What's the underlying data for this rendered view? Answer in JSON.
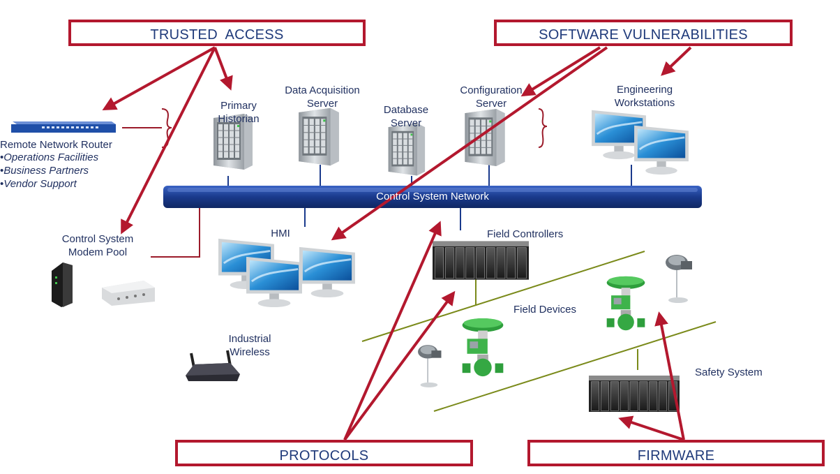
{
  "categories": {
    "trusted_access": "TRUSTED  ACCESS",
    "software_vulnerabilities": "SOFTWARE VULNERABILITIES",
    "protocols": "PROTOCOLS",
    "firmware": "FIRMWARE"
  },
  "nodes": {
    "primary_historian": [
      "Primary",
      "Historian"
    ],
    "data_acquisition_server": [
      "Data Acquisition",
      "Server"
    ],
    "database_server": [
      "Database",
      "Server"
    ],
    "configuration_server": [
      "Configuration",
      "Server"
    ],
    "engineering_workstations": [
      "Engineering",
      "Workstations"
    ],
    "remote_network_router": "Remote Network Router",
    "router_connections": [
      "Operations Facilities",
      "Business Partners",
      "Vendor Support"
    ],
    "control_system_network": "Control System Network",
    "modem_pool": [
      "Control System",
      "Modem Pool"
    ],
    "hmi": "HMI",
    "field_controllers": "Field Controllers",
    "field_devices": "Field Devices",
    "industrial_wireless": [
      "Industrial",
      "Wireless"
    ],
    "safety_system": "Safety System"
  },
  "colors": {
    "arrow_red": "#b3182e",
    "network_blue": "#1a3a8c",
    "text_navy": "#1f2f5f",
    "zone_line_olive": "#7a8a1a",
    "device_green": "#39b54a"
  }
}
